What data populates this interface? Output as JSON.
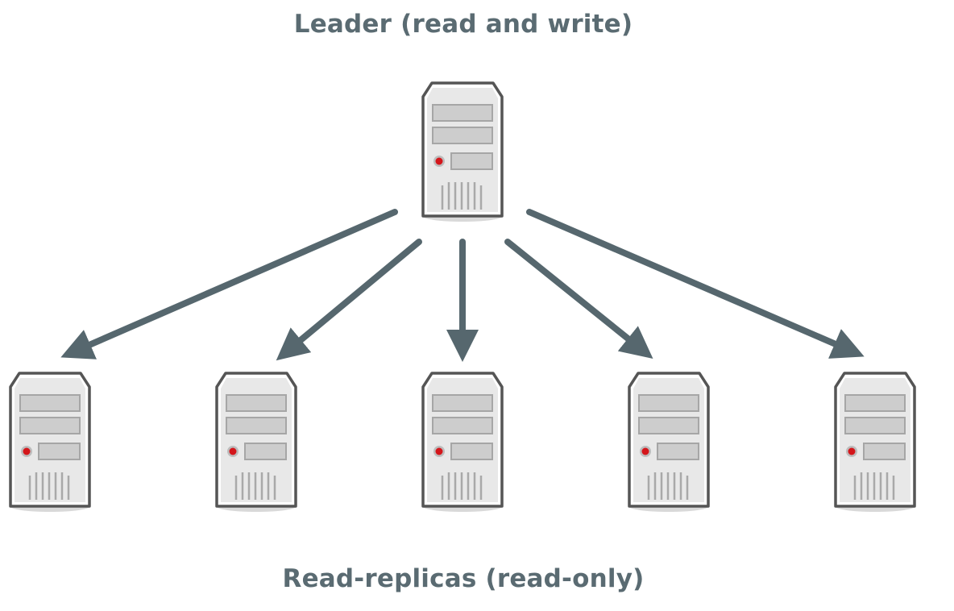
{
  "diagram": {
    "leader_label": "Leader (read and write)",
    "replicas_label": "Read-replicas (read-only)",
    "colors": {
      "text": "#5a6b72",
      "arrow": "#56676e",
      "server_body": "#e9e9e9",
      "server_outline": "#555555",
      "led": "#d4161b"
    },
    "nodes": [
      {
        "role": "leader",
        "icon": "server-icon"
      },
      {
        "role": "replica",
        "icon": "server-icon"
      },
      {
        "role": "replica",
        "icon": "server-icon"
      },
      {
        "role": "replica",
        "icon": "server-icon"
      },
      {
        "role": "replica",
        "icon": "server-icon"
      },
      {
        "role": "replica",
        "icon": "server-icon"
      }
    ],
    "edges": [
      {
        "from": "leader",
        "to": "replica-1"
      },
      {
        "from": "leader",
        "to": "replica-2"
      },
      {
        "from": "leader",
        "to": "replica-3"
      },
      {
        "from": "leader",
        "to": "replica-4"
      },
      {
        "from": "leader",
        "to": "replica-5"
      }
    ]
  }
}
